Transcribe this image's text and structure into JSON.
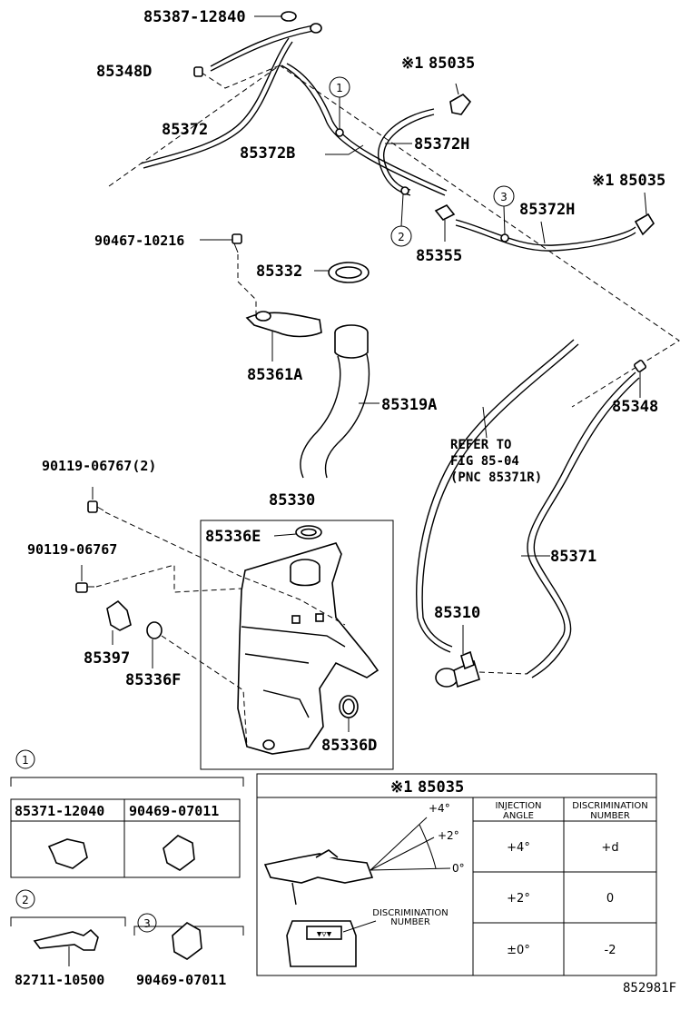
{
  "parts": {
    "p85387_12840": "85387-12840",
    "p85348D": "85348D",
    "p85372": "85372",
    "p85372B": "85372B",
    "p85035_top": "85035",
    "p85372H_a": "85372H",
    "p85035_right": "85035",
    "p85372H_b": "85372H",
    "p90467_10216": "90467-10216",
    "p85355": "85355",
    "p85332": "85332",
    "p85361A": "85361A",
    "p85319A": "85319A",
    "p85348": "85348",
    "p90119_06767_2": "90119-06767(2)",
    "p85330": "85330",
    "p85336E": "85336E",
    "p90119_06767": "90119-06767",
    "p85371": "85371",
    "p85310": "85310",
    "p85397": "85397",
    "p85336F": "85336F",
    "p85336D": "85336D",
    "p85371_12040": "85371-12040",
    "p90469_07011_a": "90469-07011",
    "p82711_10500": "82711-10500",
    "p90469_07011_b": "90469-07011"
  },
  "marks": {
    "note": "※1",
    "c1": "1",
    "c2": "2",
    "c3": "3",
    "l1": "1",
    "l2": "2",
    "l3": "3"
  },
  "refer": {
    "line1": "REFER TO",
    "line2": "FIG 85-04",
    "line3": "(PNC 85371R)"
  },
  "table": {
    "title_mark": "※1",
    "title": "85035",
    "col_angle": [
      "INJECTION",
      "ANGLE"
    ],
    "col_disc": [
      "DISCRIMINATION",
      "NUMBER"
    ],
    "rows": [
      {
        "angle": "+4°",
        "disc": "+d"
      },
      {
        "angle": "+2°",
        "disc": "0"
      },
      {
        "angle": "±0°",
        "disc": "-2"
      }
    ],
    "angle_labels": [
      "+4°",
      "+2°",
      "0°"
    ],
    "disc_callout": [
      "DISCRIMINATION",
      "NUMBER"
    ]
  },
  "figure_id": "852981F"
}
